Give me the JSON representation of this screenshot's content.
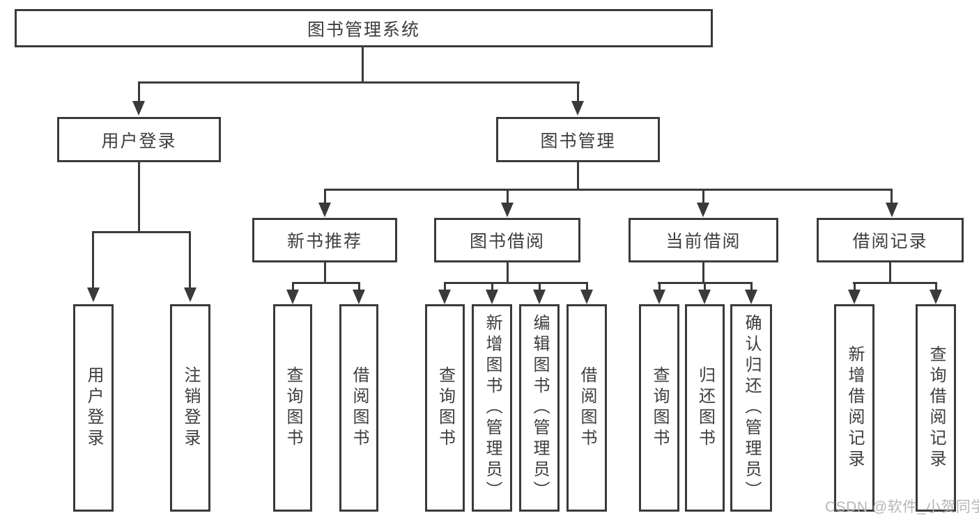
{
  "diagram": {
    "root": {
      "label": "图书管理系统"
    },
    "level2": [
      {
        "label": "用户登录"
      },
      {
        "label": "图书管理"
      }
    ],
    "level3": [
      {
        "label": "新书推荐"
      },
      {
        "label": "图书借阅"
      },
      {
        "label": "当前借阅"
      },
      {
        "label": "借阅记录"
      }
    ],
    "leaves": [
      {
        "label": "用户登录"
      },
      {
        "label": "注销登录"
      },
      {
        "label": "查询图书"
      },
      {
        "label": "借阅图书"
      },
      {
        "label": "查询图书"
      },
      {
        "label": "新增图书（管理员）"
      },
      {
        "label": "编辑图书（管理员）"
      },
      {
        "label": "借阅图书"
      },
      {
        "label": "查询图书"
      },
      {
        "label": "归还图书"
      },
      {
        "label": "确认归还（管理员）"
      },
      {
        "label": "新增借阅记录"
      },
      {
        "label": "查询借阅记录"
      }
    ]
  },
  "watermark": {
    "text": "CSDN @软件_小贺同学"
  },
  "colors": {
    "line": "#3a3a3a",
    "text": "#3d3d3d",
    "background": "#ffffff",
    "watermark": "#b0b0b0"
  }
}
